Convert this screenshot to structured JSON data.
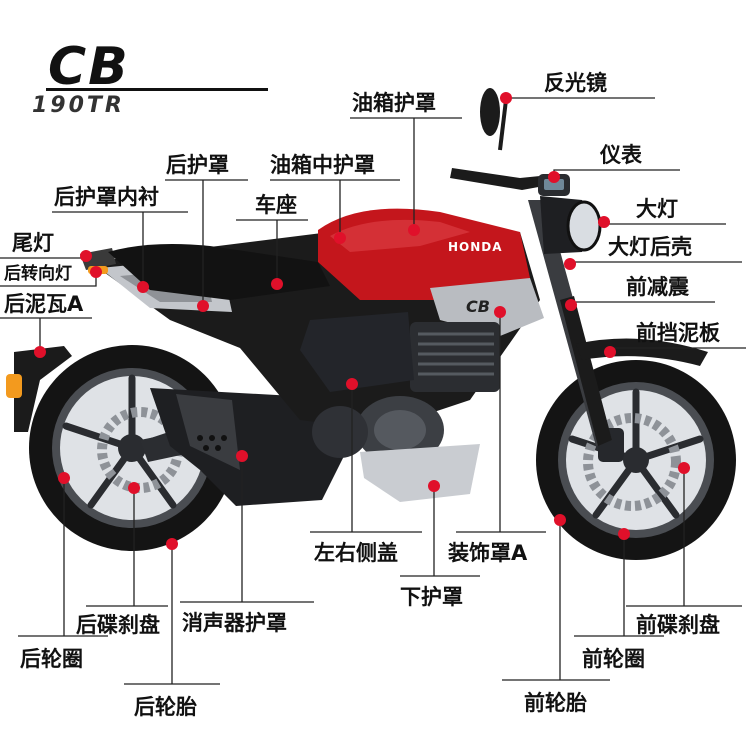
{
  "logo": {
    "brand": "CB",
    "model": "190TR"
  },
  "bike": {
    "tank_brand": "HONDA",
    "fairing_badge": "CB"
  },
  "colors": {
    "tank_red": "#c4161c",
    "marker_red": "#e0102a",
    "frame_black": "#1b1b1b",
    "panel_silver": "#b9bcc1"
  },
  "parts": [
    {
      "id": "mirror",
      "label": "反光镜"
    },
    {
      "id": "tank-cover",
      "label": "油箱护罩"
    },
    {
      "id": "gauge",
      "label": "仪表"
    },
    {
      "id": "tank-mid-cover",
      "label": "油箱中护罩"
    },
    {
      "id": "rear-cover",
      "label": "后护罩"
    },
    {
      "id": "headlight",
      "label": "大灯"
    },
    {
      "id": "rear-cover-liner",
      "label": "后护罩内衬"
    },
    {
      "id": "seat",
      "label": "车座"
    },
    {
      "id": "headlight-housing",
      "label": "大灯后壳"
    },
    {
      "id": "tail-light",
      "label": "尾灯"
    },
    {
      "id": "rear-turn-signal",
      "label": "后转向灯"
    },
    {
      "id": "front-fork",
      "label": "前减震"
    },
    {
      "id": "rear-fender-a",
      "label": "后泥瓦A"
    },
    {
      "id": "front-fender",
      "label": "前挡泥板"
    },
    {
      "id": "side-cover",
      "label": "左右侧盖"
    },
    {
      "id": "trim-cover-a",
      "label": "装饰罩A"
    },
    {
      "id": "lower-guard",
      "label": "下护罩"
    },
    {
      "id": "rear-disc",
      "label": "后碟刹盘"
    },
    {
      "id": "muffler-guard",
      "label": "消声器护罩"
    },
    {
      "id": "front-disc",
      "label": "前碟刹盘"
    },
    {
      "id": "rear-rim",
      "label": "后轮圈"
    },
    {
      "id": "front-rim",
      "label": "前轮圈"
    },
    {
      "id": "rear-tire",
      "label": "后轮胎"
    },
    {
      "id": "front-tire",
      "label": "前轮胎"
    }
  ]
}
